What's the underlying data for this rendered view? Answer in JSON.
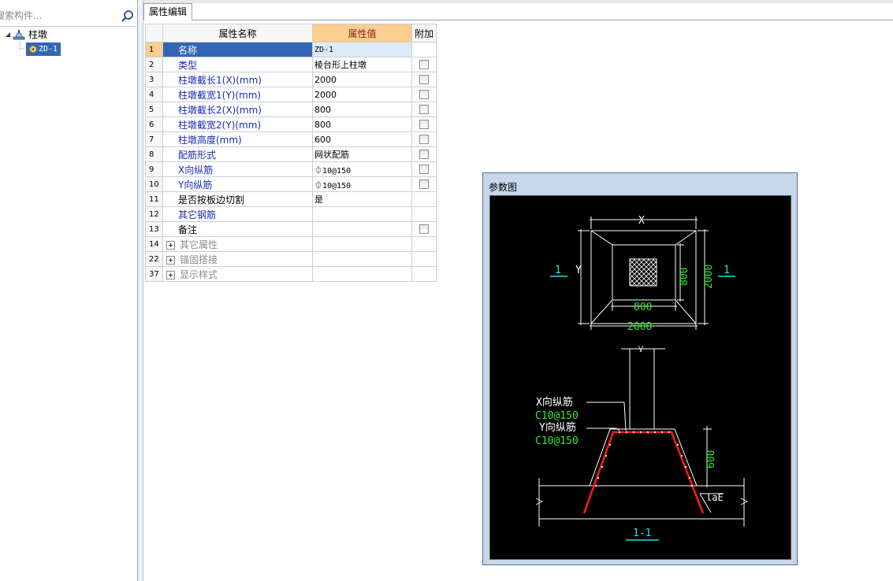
{
  "search": {
    "placeholder": "搜索构件..."
  },
  "tree": {
    "root_label": "柱墩",
    "child_label": "ZD-1"
  },
  "tab": {
    "label": "属性编辑"
  },
  "table": {
    "headers": {
      "name": "属性名称",
      "value": "属性值",
      "extra": "附加"
    },
    "rows": [
      {
        "num": "1",
        "name": "名称",
        "value": "ZD-1",
        "check": false,
        "blue": true,
        "selected": true
      },
      {
        "num": "2",
        "name": "类型",
        "value": "棱台形上柱墩",
        "check": true,
        "blue": true
      },
      {
        "num": "3",
        "name": "柱墩截长1(X)(mm)",
        "value": "2000",
        "check": true,
        "blue": true
      },
      {
        "num": "4",
        "name": "柱墩截宽1(Y)(mm)",
        "value": "2000",
        "check": true,
        "blue": true
      },
      {
        "num": "5",
        "name": "柱墩截长2(X)(mm)",
        "value": "800",
        "check": true,
        "blue": true
      },
      {
        "num": "6",
        "name": "柱墩截宽2(Y)(mm)",
        "value": "800",
        "check": true,
        "blue": true
      },
      {
        "num": "7",
        "name": "柱墩高度(mm)",
        "value": "600",
        "check": true,
        "blue": true
      },
      {
        "num": "8",
        "name": "配筋形式",
        "value": "网状配筋",
        "check": true,
        "blue": true
      },
      {
        "num": "9",
        "name": "X向纵筋",
        "value": "⏀10@150",
        "check": true,
        "blue": true
      },
      {
        "num": "10",
        "name": "Y向纵筋",
        "value": "⏀10@150",
        "check": true,
        "blue": true
      },
      {
        "num": "11",
        "name": "是否按板边切割",
        "value": "是",
        "check": false,
        "blue": false
      },
      {
        "num": "12",
        "name": "其它钢筋",
        "value": "",
        "check": false,
        "blue": true
      },
      {
        "num": "13",
        "name": "备注",
        "value": "",
        "check": true,
        "blue": false
      },
      {
        "num": "14",
        "name": "其它属性",
        "value": "",
        "check": false,
        "group": true
      },
      {
        "num": "22",
        "name": "锚固搭接",
        "value": "",
        "check": false,
        "group": true
      },
      {
        "num": "37",
        "name": "显示样式",
        "value": "",
        "check": false,
        "group": true
      }
    ]
  },
  "diagram": {
    "title": "参数图",
    "plan": {
      "top_label": "X",
      "side_label": "Y",
      "inner_w": "800",
      "inner_h": "800",
      "outer_w": "2000",
      "outer_h": "2000",
      "section_mark": "1"
    },
    "section": {
      "x_rebar_label": "X向纵筋",
      "x_rebar_value": "C10@150",
      "y_rebar_label": "Y向纵筋",
      "y_rebar_value": "C10@150",
      "height": "600",
      "lae_label": "laE",
      "section_title": "1-1"
    },
    "colors": {
      "white": "#ffffff",
      "green": "#33e633",
      "cyan": "#19e6e6",
      "red": "#ff1a1a"
    }
  }
}
